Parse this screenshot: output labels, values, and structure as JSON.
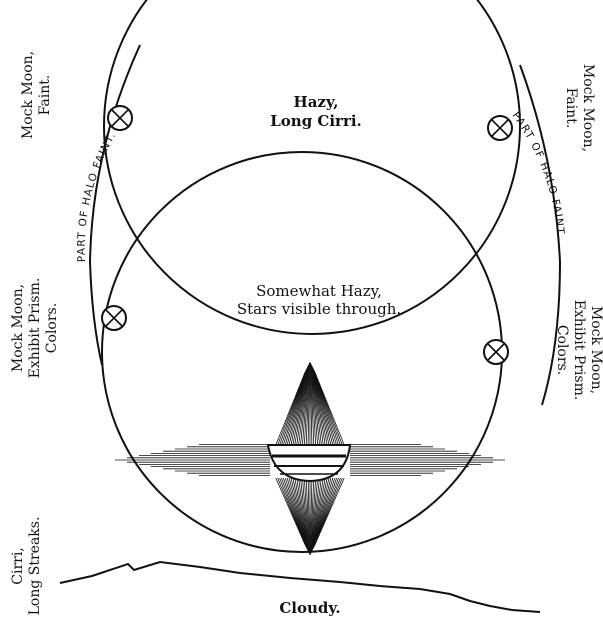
{
  "labels": {
    "center_top_line1": "Hazy,",
    "center_top_line2": "Long Cirri.",
    "center_mid_line1": "Somewhat Hazy,",
    "center_mid_line2": "Stars visible through.",
    "bottom": "Cloudy.",
    "left_top_line1": "Mock Moon,",
    "left_top_line2": "Faint.",
    "right_top_line1": "Mock Moon,",
    "right_top_line2": "Faint.",
    "left_mid_line1": "Mock Moon,",
    "left_mid_line2": "Exhibit Prism.",
    "left_mid_line3": "Colors.",
    "right_mid_line1": "Mock Moon,",
    "right_mid_line2": "Exhibit Prism.",
    "right_mid_line3": "Colors.",
    "left_bottom_line1": "Cirri,",
    "left_bottom_line2": "Long Streaks.",
    "halo_left": "PART OF HALO FAINT.",
    "halo_right": "PART OF HALO FAINT."
  }
}
